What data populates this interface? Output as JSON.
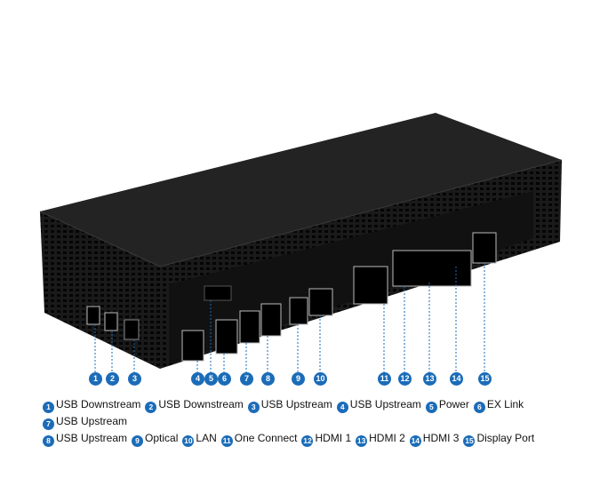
{
  "accent_color": "#1b6cb8",
  "ports": [
    {
      "num": "1",
      "label": "USB Downstream"
    },
    {
      "num": "2",
      "label": "USB Downstream"
    },
    {
      "num": "3",
      "label": "USB Upstream"
    },
    {
      "num": "4",
      "label": "USB Upstream"
    },
    {
      "num": "5",
      "label": "Power"
    },
    {
      "num": "6",
      "label": "EX Link"
    },
    {
      "num": "7",
      "label": "USB Upstream"
    },
    {
      "num": "8",
      "label": "USB Upstream"
    },
    {
      "num": "9",
      "label": "Optical"
    },
    {
      "num": "10",
      "label": "LAN"
    },
    {
      "num": "11",
      "label": "One Connect"
    },
    {
      "num": "12",
      "label": "HDMI 1"
    },
    {
      "num": "13",
      "label": "HDMI 2"
    },
    {
      "num": "14",
      "label": "HDMI 3"
    },
    {
      "num": "15",
      "label": "Display Port"
    }
  ]
}
